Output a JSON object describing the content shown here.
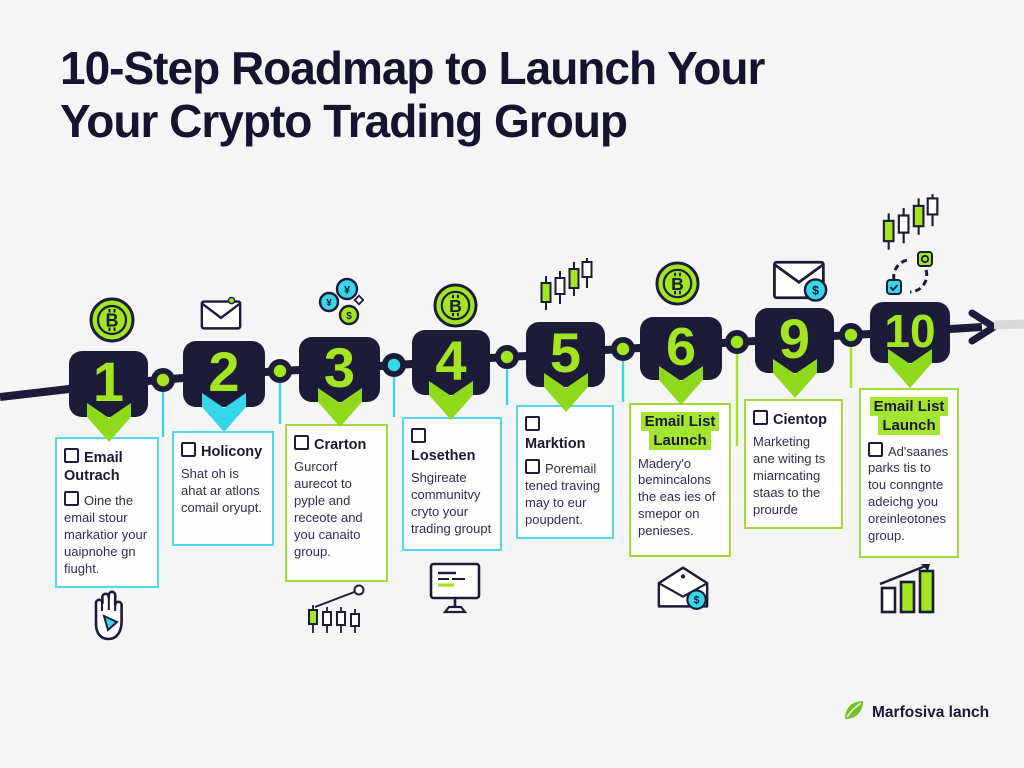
{
  "title": {
    "line1": "10-Step Roadmap to Launch Your",
    "line2": "Your Crypto Trading Group"
  },
  "steps": [
    {
      "number": "1",
      "top_icon": "bitcoin-coin-icon",
      "chevron_color": "green",
      "card": {
        "accent": "cyan",
        "title": "Email Outrach",
        "title_checkbox": true,
        "highlight": false,
        "body_checkbox": true,
        "body": "Oine the email stour markatior your uaipnohe gn fiught."
      },
      "bottom_icon": "hand-cursor-icon"
    },
    {
      "number": "2",
      "top_icon": "envelope-icon",
      "chevron_color": "cyan",
      "card": {
        "accent": "cyan",
        "title": "Holicony",
        "title_checkbox": true,
        "highlight": false,
        "body_checkbox": false,
        "body": "Shat oh is ahat ar atlons comail oryupt."
      }
    },
    {
      "number": "3",
      "top_icon": "coins-icon",
      "chevron_color": "green",
      "card": {
        "accent": "green",
        "title": "Crarton",
        "title_checkbox": true,
        "highlight": false,
        "body_checkbox": false,
        "body": "Gurcorf aurecot to pyple and receote and you canaito group."
      },
      "bottom_icon": "candlestick-link-icon"
    },
    {
      "number": "4",
      "top_icon": "bitcoin-coin-icon",
      "chevron_color": "green",
      "card": {
        "accent": "cyan",
        "title": "Losethen",
        "title_checkbox": true,
        "highlight": false,
        "body_checkbox": false,
        "body": "Shgireate communitvy cryto your trading groupt"
      },
      "bottom_icon": "monitor-icon"
    },
    {
      "number": "5",
      "top_icon": "candlestick-chart-icon",
      "chevron_color": "green",
      "card": {
        "accent": "cyan",
        "title": "Marktion",
        "title_checkbox": true,
        "highlight": false,
        "body_checkbox": true,
        "body": "Poremail tened traving may to eur poupdent."
      }
    },
    {
      "number": "6",
      "top_icon": "bitcoin-coin-icon",
      "chevron_color": "green",
      "card": {
        "accent": "green",
        "title": "Email List Launch",
        "title_checkbox": false,
        "highlight": true,
        "body_checkbox": false,
        "body": "Madery'o bemincalons the eas ies of smepor on penieses."
      },
      "bottom_icon": "envelope-open-coin-icon"
    },
    {
      "number": "9",
      "top_icon": "envelope-coin-icon",
      "chevron_color": "green",
      "card": {
        "accent": "green",
        "title": "Cientop",
        "title_checkbox": true,
        "highlight": false,
        "body_checkbox": false,
        "body": "Marketing ane witing ts miarncating staas to the prourde"
      }
    },
    {
      "number": "10",
      "top_icon": "candlestick-chart-icon",
      "top_icon2": "cycle-icon",
      "chevron_color": "green",
      "card": {
        "accent": "green",
        "title": "Email List Launch",
        "title_checkbox": false,
        "highlight": true,
        "body_checkbox": true,
        "body": "Ad'saanes parks tis to tou conngnte adeichg you oreinleotones group."
      },
      "bottom_icon": "growth-chart-icon"
    }
  ],
  "nodes": [
    "green",
    "green",
    "cyan",
    "green",
    "green",
    "green",
    "green"
  ],
  "logo": {
    "text": "Marfosiva lanch",
    "icon": "leaf-icon"
  },
  "colors": {
    "navy": "#1c1c38",
    "lime": "#a4e522",
    "cyan": "#38d6e9",
    "card_cyan": "#52d8e8",
    "card_green": "#a6d93e",
    "highlight": "#a5e532",
    "gray_line": "#d9d9dd",
    "background": "#f5f5f6",
    "text": "#30304e"
  }
}
